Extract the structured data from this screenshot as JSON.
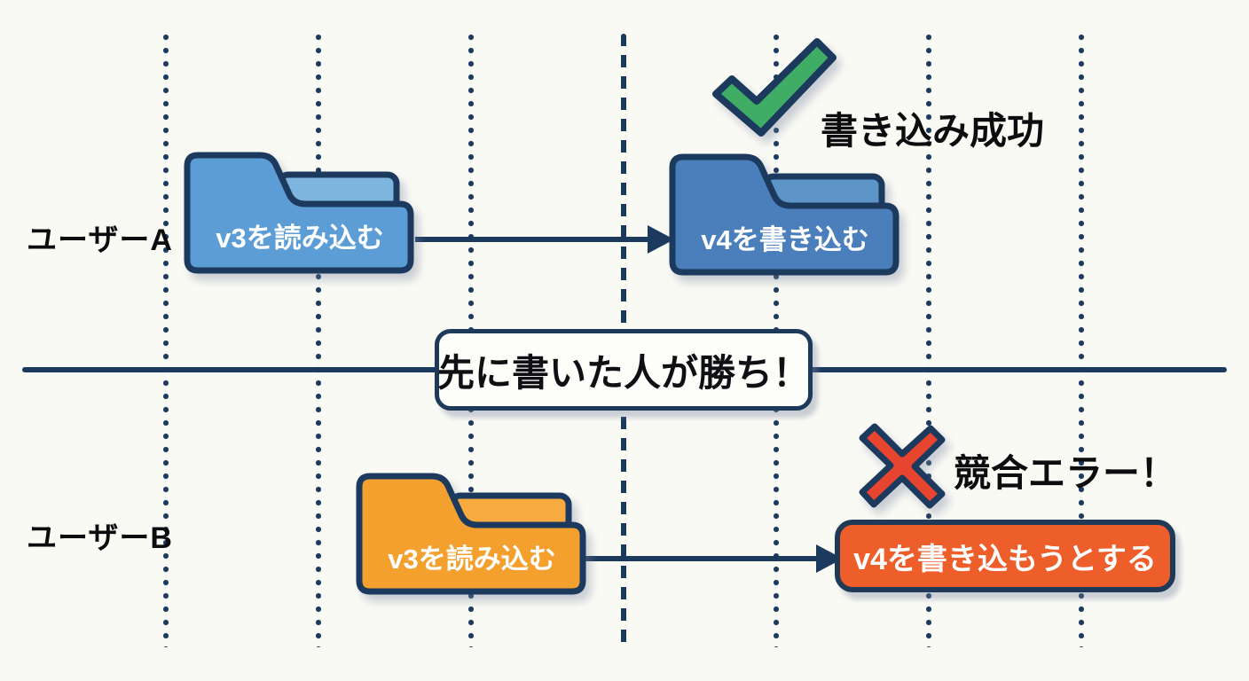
{
  "diagram": {
    "banner_text": "先に書いた人が勝ち！",
    "lane_a": {
      "label": "ユーザーA",
      "read_box": "v3を読み込む",
      "write_box": "v4を書き込む",
      "status": "書き込み成功"
    },
    "lane_b": {
      "label": "ユーザーB",
      "read_box": "v3を読み込む",
      "write_box": "v4を書き込もうとする",
      "status": "競合エラー！"
    },
    "icons": {
      "success_icon": "checkmark-icon",
      "error_icon": "x-mark-icon"
    },
    "colors": {
      "background": "#FAFAF5",
      "outline_navy": "#1C3A5E",
      "folder_a_read_body": "#5C9DD6",
      "folder_a_read_flap": "#7DB5DF",
      "folder_a_write_body": "#4A7FBB",
      "folder_a_write_flap": "#5E95C9",
      "folder_b_read_body": "#F4A02F",
      "folder_b_read_flap": "#F6AA40",
      "result_box_fill": "#EE5E2B",
      "check_green": "#3FAD63",
      "cross_red": "#E7452F",
      "banner_fill": "#FDFDFA"
    }
  }
}
